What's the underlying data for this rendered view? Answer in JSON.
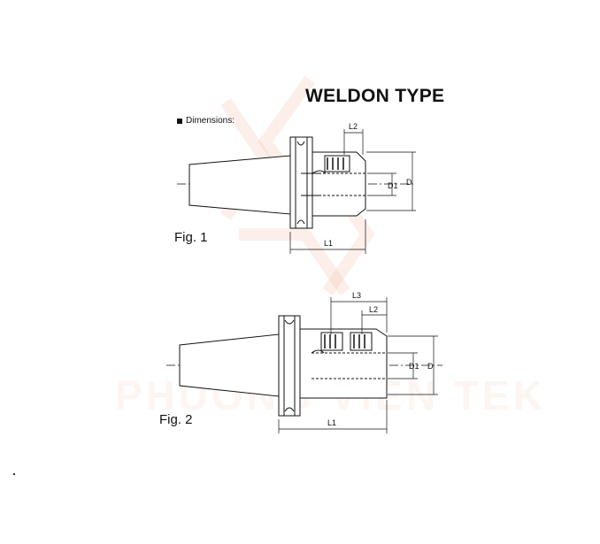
{
  "title": "WELDON TYPE",
  "dimensions_label": "Dimensions:",
  "figures": [
    {
      "label": "Fig. 1",
      "dims": [
        "L2",
        "L1",
        "D1",
        "D"
      ]
    },
    {
      "label": "Fig. 2",
      "dims": [
        "L3",
        "L2",
        "L1",
        "D1",
        "D"
      ]
    }
  ],
  "watermark": "PHUONG VIEN TEK",
  "colors": {
    "line": "#111111",
    "watermark": "#f2b79a"
  }
}
